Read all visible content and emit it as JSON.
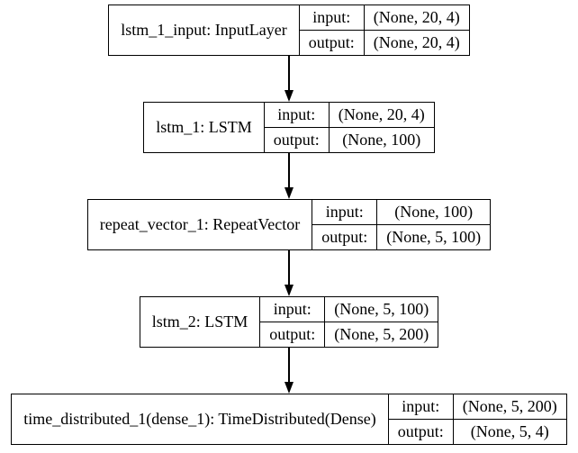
{
  "diagram": {
    "type": "model-architecture-graph",
    "colors": {
      "background": "#ffffff",
      "border": "#000000",
      "text": "#000000",
      "edge": "#000000"
    }
  },
  "nodes": [
    {
      "name": "lstm_1_input: InputLayer",
      "input_label": "input:",
      "output_label": "output:",
      "input_shape": "(None, 20, 4)",
      "output_shape": "(None, 20, 4)"
    },
    {
      "name": "lstm_1: LSTM",
      "input_label": "input:",
      "output_label": "output:",
      "input_shape": "(None, 20, 4)",
      "output_shape": "(None, 100)"
    },
    {
      "name": "repeat_vector_1: RepeatVector",
      "input_label": "input:",
      "output_label": "output:",
      "input_shape": "(None, 100)",
      "output_shape": "(None, 5, 100)"
    },
    {
      "name": "lstm_2: LSTM",
      "input_label": "input:",
      "output_label": "output:",
      "input_shape": "(None, 5, 100)",
      "output_shape": "(None, 5, 200)"
    },
    {
      "name": "time_distributed_1(dense_1): TimeDistributed(Dense)",
      "input_label": "input:",
      "output_label": "output:",
      "input_shape": "(None, 5, 200)",
      "output_shape": "(None, 5, 4)"
    }
  ]
}
